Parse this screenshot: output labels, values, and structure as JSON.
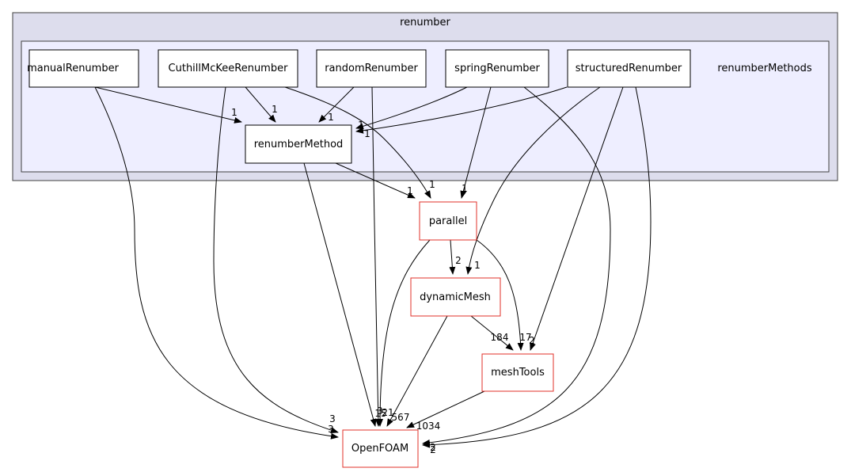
{
  "clusters": {
    "outer": {
      "label": "renumber",
      "fill": "#dddded",
      "stroke": "#404040"
    },
    "inner": {
      "label": "renumberMethods",
      "fill": "#eeeeff",
      "stroke": "#404040"
    }
  },
  "nodes": {
    "manualRenumber": {
      "label": "manualRenumber",
      "stroke": "#000000"
    },
    "cuthillMcKeeRenumber": {
      "label": "CuthillMcKeeRenumber",
      "stroke": "#000000"
    },
    "randomRenumber": {
      "label": "randomRenumber",
      "stroke": "#000000"
    },
    "springRenumber": {
      "label": "springRenumber",
      "stroke": "#000000"
    },
    "structuredRenumber": {
      "label": "structuredRenumber",
      "stroke": "#000000"
    },
    "renumberMethod": {
      "label": "renumberMethod",
      "stroke": "#000000"
    },
    "parallel": {
      "label": "parallel",
      "stroke": "#e0302a"
    },
    "dynamicMesh": {
      "label": "dynamicMesh",
      "stroke": "#e0302a"
    },
    "meshTools": {
      "label": "meshTools",
      "stroke": "#e0302a"
    },
    "openFOAM": {
      "label": "OpenFOAM",
      "stroke": "#e0302a"
    }
  },
  "edges": [
    {
      "from": "manualRenumber",
      "to": "renumberMethod",
      "label": "1"
    },
    {
      "from": "manualRenumber",
      "to": "openFOAM",
      "label": "3"
    },
    {
      "from": "cuthillMcKeeRenumber",
      "to": "renumberMethod",
      "label": "1"
    },
    {
      "from": "cuthillMcKeeRenumber",
      "to": "parallel",
      "label": "1"
    },
    {
      "from": "cuthillMcKeeRenumber",
      "to": "openFOAM",
      "label": "3"
    },
    {
      "from": "randomRenumber",
      "to": "renumberMethod",
      "label": "1"
    },
    {
      "from": "randomRenumber",
      "to": "openFOAM",
      "label": "3"
    },
    {
      "from": "springRenumber",
      "to": "renumberMethod",
      "label": "1"
    },
    {
      "from": "springRenumber",
      "to": "parallel",
      "label": "1"
    },
    {
      "from": "springRenumber",
      "to": "openFOAM",
      "label": "2"
    },
    {
      "from": "structuredRenumber",
      "to": "renumberMethod",
      "label": "1"
    },
    {
      "from": "structuredRenumber",
      "to": "dynamicMesh",
      "label": "1"
    },
    {
      "from": "structuredRenumber",
      "to": "meshTools",
      "label": "2"
    },
    {
      "from": "structuredRenumber",
      "to": "openFOAM",
      "label": "2"
    },
    {
      "from": "renumberMethod",
      "to": "parallel",
      "label": "1"
    },
    {
      "from": "renumberMethod",
      "to": "openFOAM",
      "label": "15"
    },
    {
      "from": "parallel",
      "to": "dynamicMesh",
      "label": "2"
    },
    {
      "from": "parallel",
      "to": "meshTools",
      "label": "17"
    },
    {
      "from": "parallel",
      "to": "openFOAM",
      "label": "21"
    },
    {
      "from": "dynamicMesh",
      "to": "meshTools",
      "label": "184"
    },
    {
      "from": "dynamicMesh",
      "to": "openFOAM",
      "label": "567"
    },
    {
      "from": "meshTools",
      "to": "openFOAM",
      "label": "1034"
    }
  ]
}
